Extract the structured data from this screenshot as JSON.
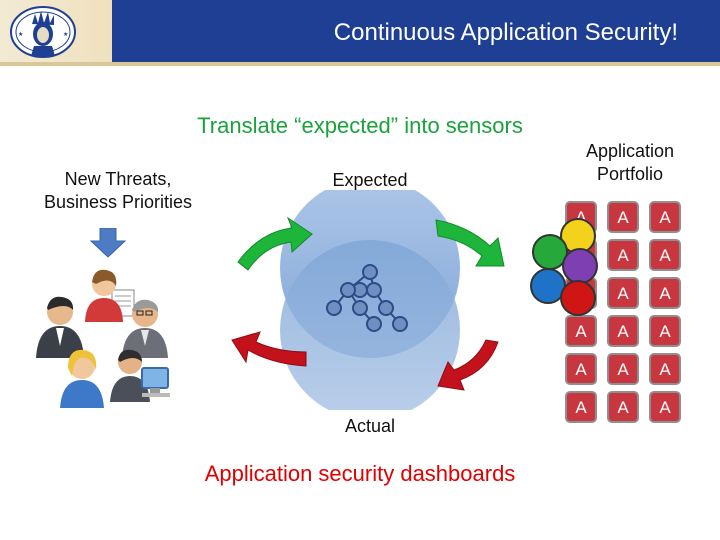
{
  "header": {
    "title": "Continuous Application Security!",
    "logo_icon": "statue-of-liberty-logo"
  },
  "subtitle": "Translate “expected” into sensors",
  "left_panel": {
    "line1": "New Threats,",
    "line2": "Business Priorities",
    "arrow_icon": "down-arrow-icon",
    "people_icon": "team-people-icon"
  },
  "center": {
    "top_label": "Expected",
    "bottom_label": "Actual"
  },
  "portfolio": {
    "line1": "Application",
    "line2": "Portfolio",
    "tile_text": "A",
    "rows": 6,
    "cols": 3
  },
  "footer": "Application security dashboards",
  "colors": {
    "header": "#1f3f94",
    "subtitle": "#1aa33b",
    "footer": "#e10000",
    "green_arrow": "#1db53a",
    "red_arrow": "#c4121c",
    "tile": "#c8373f",
    "circle": "#6f9bd1"
  }
}
